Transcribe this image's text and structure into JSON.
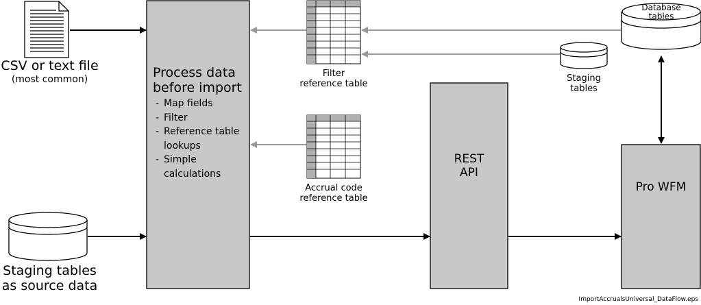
{
  "inputs": {
    "csv_file": {
      "title": "CSV or text file",
      "subtitle": "(most common)"
    },
    "staging_source": {
      "title_line1": "Staging tables",
      "title_line2": "as source data"
    }
  },
  "process": {
    "title_line1": "Process data",
    "title_line2": "before import",
    "steps": [
      "Map fields",
      "Filter",
      "Reference table lookups",
      "Simple calculations"
    ]
  },
  "filter_table": {
    "line1": "Filter",
    "line2": "reference table"
  },
  "accrual_table": {
    "line1": "Accrual code",
    "line2": "reference table"
  },
  "rest_api": {
    "line1": "REST",
    "line2": "API"
  },
  "staging_tables": {
    "line1": "Staging",
    "line2": "tables"
  },
  "database_tables": {
    "line1": "Database",
    "line2": "tables"
  },
  "pro_wfm": {
    "label": "Pro WFM"
  },
  "filename": "ImportAccrualsUniversal_DataFlow.eps",
  "colors": {
    "box_fill": "#c8c8c8",
    "stroke": "#000000",
    "gray_arrow": "#999999",
    "header_fill": "#b0b0b0"
  }
}
